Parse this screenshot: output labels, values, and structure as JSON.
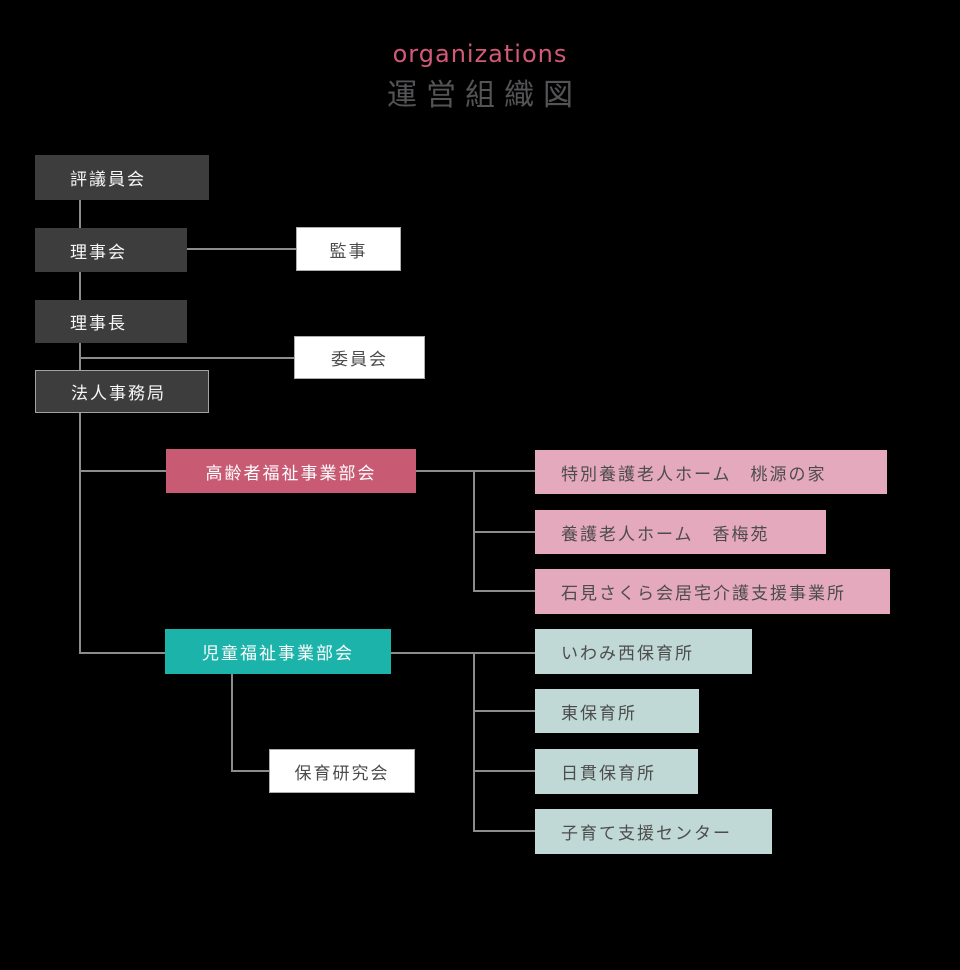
{
  "header": {
    "title_en": "organizations",
    "title_ja": "運営組織図"
  },
  "colors": {
    "background": "#000000",
    "dark_box": "#3d3d3d",
    "white_box": "#ffffff",
    "box_border": "#adadad",
    "rose_header": "#c85a73",
    "rose_light": "#e5a9bd",
    "teal_header": "#1cb3ab",
    "teal_light": "#c1d9d6",
    "connector_line": "#8c8c8c",
    "text_dark": "#4c4c4c",
    "text_light": "#f7f7f7",
    "title_en_pink": "#d35a76",
    "title_ja_gray": "#545456"
  },
  "org": {
    "governance": {
      "hyogiinkai": "評議員会",
      "rijikai": "理事会",
      "kanji": "監事",
      "rijicho": "理事長",
      "iinkai": "委員会",
      "hojin_jimukyoku": "法人事務局"
    },
    "elderly_division": {
      "head": "高齢者福祉事業部会",
      "facilities": [
        "特別養護老人ホーム　桃源の家",
        "養護老人ホーム　香梅苑",
        "石見さくら会居宅介護支援事業所"
      ]
    },
    "child_division": {
      "head": "児童福祉事業部会",
      "facilities": [
        "いわみ西保育所",
        "東保育所",
        "日貫保育所",
        "子育て支援センター"
      ],
      "study_group": "保育研究会"
    }
  }
}
